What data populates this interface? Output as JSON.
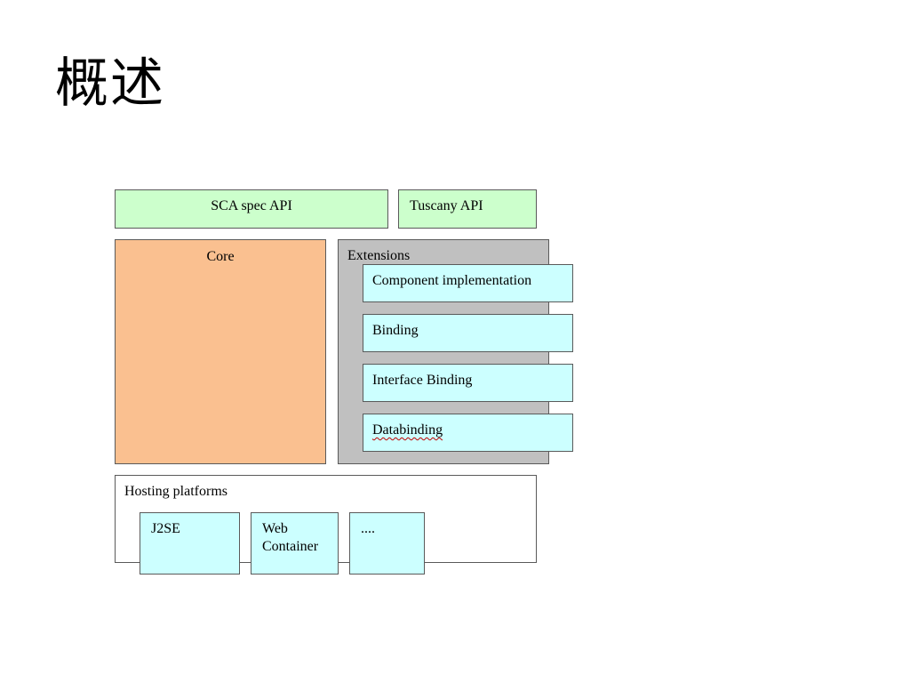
{
  "slide": {
    "title": "概述"
  },
  "diagram": {
    "sca_spec_api": "SCA spec API",
    "tuscany_api": "Tuscany API",
    "core": "Core",
    "extensions": {
      "label": "Extensions",
      "items": [
        "Component implementation",
        "Binding",
        "Interface Binding",
        "Databinding"
      ]
    },
    "hosting": {
      "label": "Hosting platforms",
      "platforms": [
        {
          "line1": "J2SE",
          "line2": ""
        },
        {
          "line1": "Web",
          "line2": "Container"
        },
        {
          "line1": "....",
          "line2": ""
        }
      ]
    }
  },
  "colors": {
    "api_fill": "#ccffcc",
    "core_fill": "#fac090",
    "extensions_fill": "#c0c0c0",
    "item_fill": "#ccffff",
    "border": "#5a5a5a"
  }
}
